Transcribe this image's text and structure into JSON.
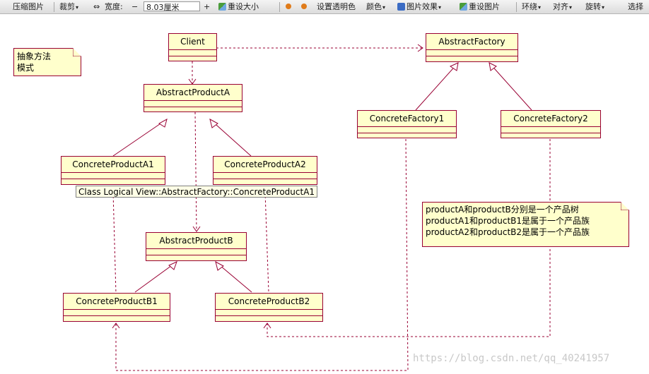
{
  "toolbar": {
    "compress": "压缩图片",
    "crop": "裁剪",
    "width_label": "宽度:",
    "minus": "−",
    "width_value": "8.03厘米",
    "plus": "+",
    "reset_size": "重设大小",
    "set_transparent": "设置透明色",
    "color": "颜色",
    "picture_effects": "图片效果",
    "reset_picture": "重设图片",
    "wrap": "环绕",
    "align": "对齐",
    "rotate": "旋转",
    "select": "选择"
  },
  "diagram": {
    "classes": {
      "client": "Client",
      "abstract_factory": "AbstractFactory",
      "abstract_product_a": "AbstractProductA",
      "concrete_factory_1": "ConcreteFactory1",
      "concrete_factory_2": "ConcreteFactory2",
      "concrete_product_a1": "ConcreteProductA1",
      "concrete_product_a2": "ConcreteProductA2",
      "abstract_product_b": "AbstractProductB",
      "concrete_product_b1": "ConcreteProductB1",
      "concrete_product_b2": "ConcreteProductB2"
    },
    "note_pattern": [
      "抽象方法",
      "模式"
    ],
    "note_products": [
      "productA和productB分别是一个产品树",
      "productA1和productB1是属于一个产品族",
      "productA2和productB2是属于一个产品族"
    ],
    "tooltip": "Class Logical View::AbstractFactory::ConcreteProductA1"
  },
  "watermark": "https://blog.csdn.net/qq_40241957",
  "colors": {
    "class_fill": "#ffffcc",
    "class_border": "#990033",
    "line": "#990033"
  }
}
